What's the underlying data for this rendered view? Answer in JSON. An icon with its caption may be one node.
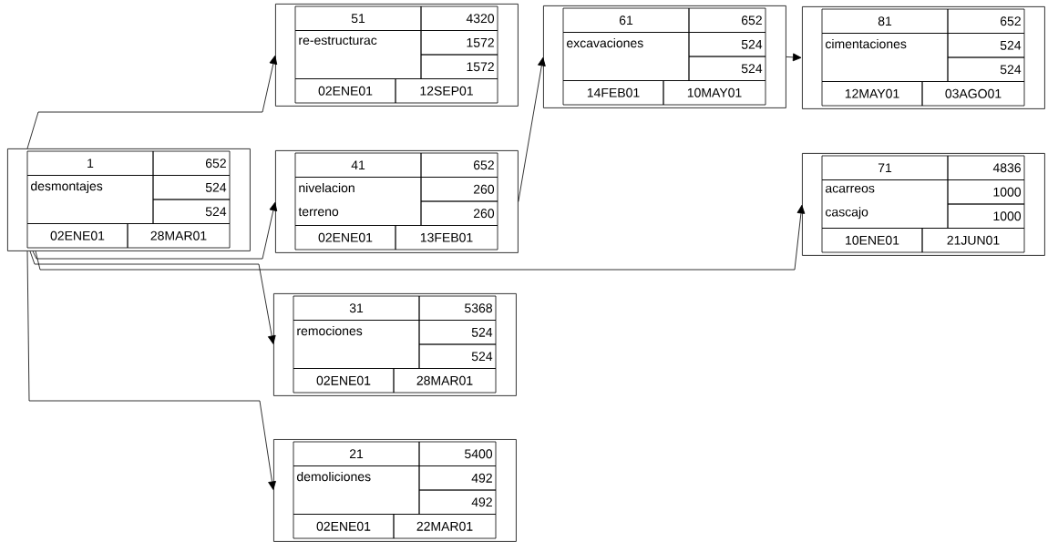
{
  "diagram": {
    "nodes": [
      {
        "text": [
          "51",
          "re-estructurac",
          "4320",
          "1572",
          "1572",
          "02ENE01",
          "12SEP01"
        ]
      },
      {
        "text": [
          "61",
          "excavaciones",
          "652",
          "524",
          "524",
          "14FEB01",
          "10MAY01"
        ]
      },
      {
        "text": [
          "81",
          "cimentaciones",
          "652",
          "524",
          "524",
          "12MAY01",
          "03AGO01"
        ]
      },
      {
        "text": [
          "1",
          "desmontajes",
          "652",
          "524",
          "524",
          "02ENE01",
          "28MAR01"
        ]
      },
      {
        "text": [
          "41",
          "nivelacion terreno",
          "652",
          "260",
          "260",
          "02ENE01",
          "13FEB01"
        ]
      },
      {
        "text": [
          "71",
          "acarreos cascajo",
          "4836",
          "1000",
          "1000",
          "10ENE01",
          "21JUN01"
        ]
      },
      {
        "text": [
          "31",
          "remociones",
          "5368",
          "524",
          "524",
          "02ENE01",
          "28MAR01"
        ]
      },
      {
        "text": [
          "21",
          "demoliciones",
          "5400",
          "492",
          "492",
          "02ENE01",
          "22MAR01"
        ]
      }
    ],
    "edges": [
      {
        "from": 3,
        "to": 0,
        "arrow": "to"
      },
      {
        "from": 3,
        "to": 4,
        "arrow": "to"
      },
      {
        "from": 3,
        "to": 5,
        "arrow": "to"
      },
      {
        "from": 3,
        "to": 6,
        "arrow": "to"
      },
      {
        "from": 3,
        "to": 7,
        "arrow": "to"
      },
      {
        "from": 4,
        "to": 1,
        "arrow": "to"
      },
      {
        "from": 1,
        "to": 2,
        "arrow": "to"
      }
    ]
  }
}
